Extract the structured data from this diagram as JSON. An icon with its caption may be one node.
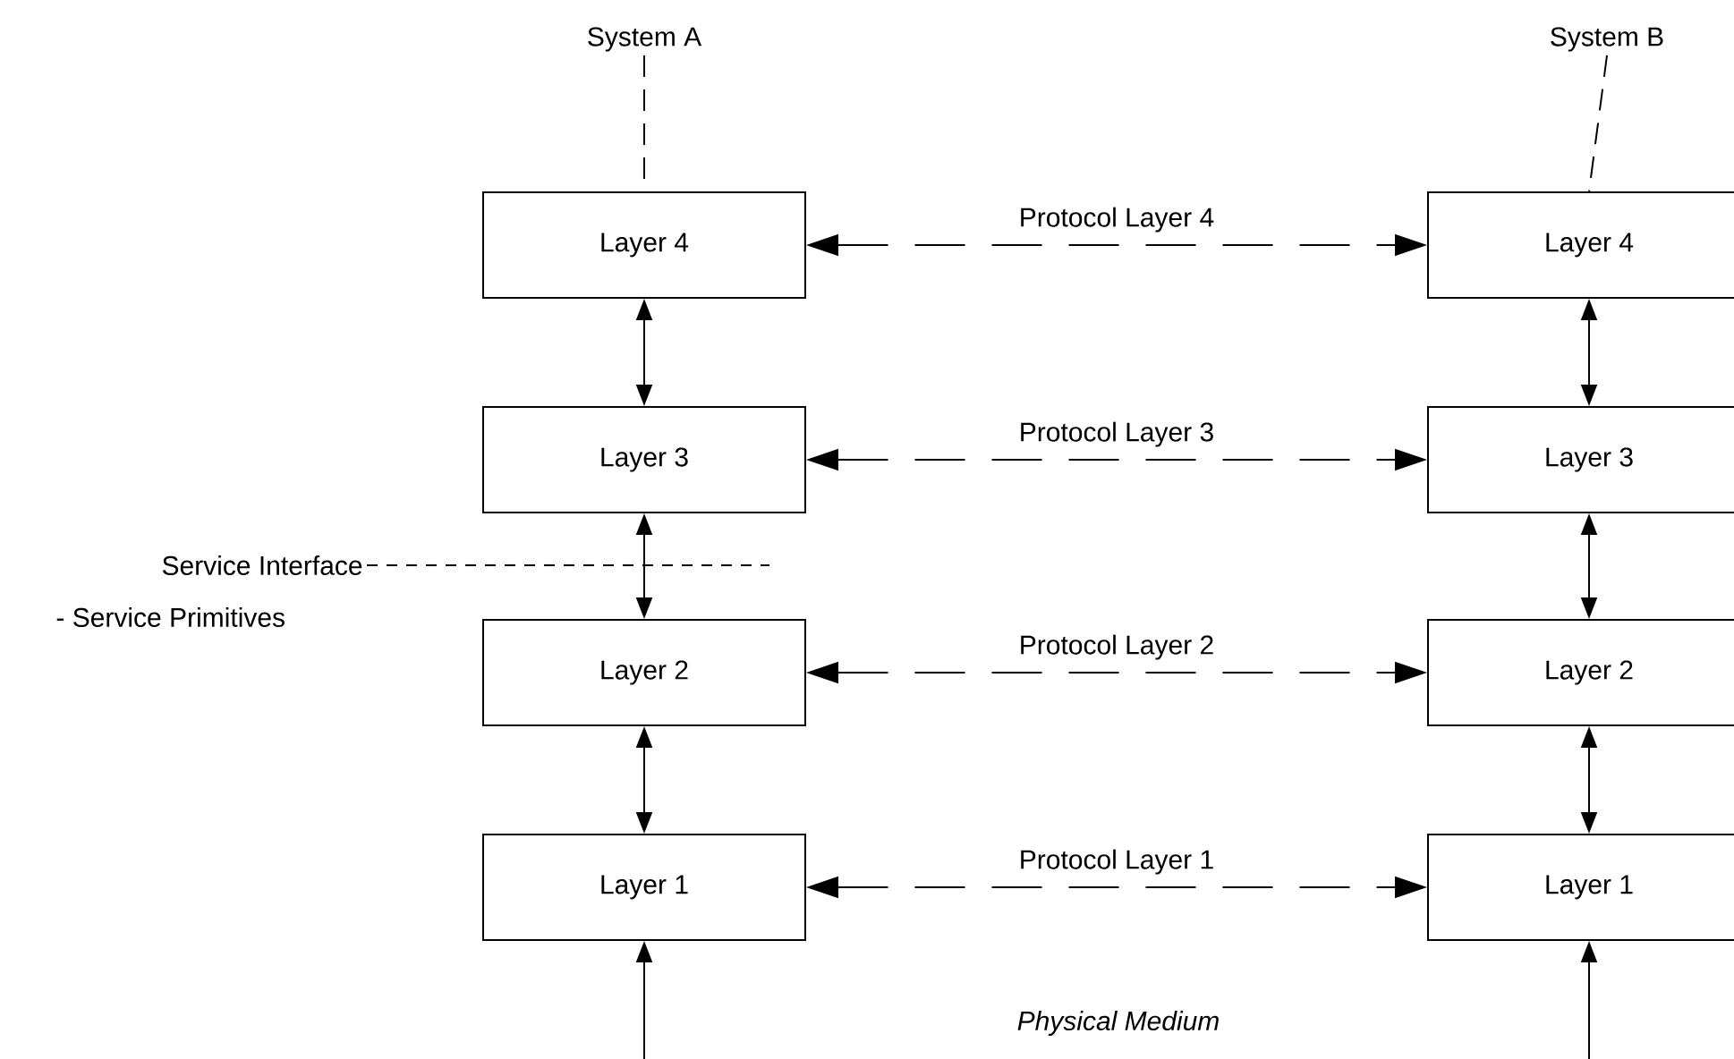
{
  "diagram": {
    "nodes": [
      {
        "text": [
          "System A"
        ]
      },
      {
        "text": [
          "System B"
        ]
      },
      {
        "text": [
          "Layer 4"
        ]
      },
      {
        "text": [
          "Layer 4"
        ]
      },
      {
        "text": [
          "Layer 3"
        ]
      },
      {
        "text": [
          "Layer 3"
        ]
      },
      {
        "text": [
          "Layer 2"
        ]
      },
      {
        "text": [
          "Layer 2"
        ]
      },
      {
        "text": [
          "Layer 1"
        ]
      },
      {
        "text": [
          "Layer 1"
        ]
      },
      {
        "text": [
          "Service Interface"
        ]
      }
    ],
    "edges": [
      {
        "from": 0,
        "to": 2,
        "arrow": "none",
        "style": "dashed"
      },
      {
        "from": 1,
        "to": 3,
        "arrow": "none",
        "style": "dashed"
      },
      {
        "from": 2,
        "to": 3,
        "arrow": "both",
        "style": "dashed",
        "label": "Protocol Layer 4"
      },
      {
        "from": 4,
        "to": 5,
        "arrow": "both",
        "style": "dashed",
        "label": "Protocol Layer 3"
      },
      {
        "from": 6,
        "to": 7,
        "arrow": "both",
        "style": "dashed",
        "label": "Protocol Layer 2"
      },
      {
        "from": 8,
        "to": 9,
        "arrow": "both",
        "style": "dashed",
        "label": "Protocol Layer 1"
      },
      {
        "from": 2,
        "to": 4,
        "arrow": "both"
      },
      {
        "from": 4,
        "to": 6,
        "arrow": "both"
      },
      {
        "from": 6,
        "to": 8,
        "arrow": "both"
      },
      {
        "from": 3,
        "to": 5,
        "arrow": "both"
      },
      {
        "from": 5,
        "to": 7,
        "arrow": "both"
      },
      {
        "from": 7,
        "to": 9,
        "arrow": "both"
      },
      {
        "from": null,
        "to": 8,
        "arrow": "to"
      },
      {
        "from": null,
        "to": 9,
        "arrow": "to"
      },
      {
        "from": 10,
        "to": null,
        "arrow": "none",
        "style": "dashed"
      }
    ],
    "labels": [
      "- Service Primitives",
      "Physical Medium"
    ]
  }
}
